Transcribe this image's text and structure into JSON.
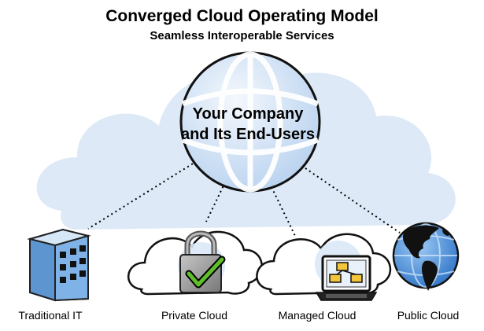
{
  "title": "Converged Cloud Operating Model",
  "subtitle": "Seamless Interoperable Services",
  "center": {
    "line1": "Your Company",
    "line2": "and Its End-Users"
  },
  "nodes": [
    {
      "label": "Traditional IT",
      "icon": "office-building-icon"
    },
    {
      "label": "Private Cloud",
      "icon": "padlock-checkmark-icon"
    },
    {
      "label": "Managed Cloud",
      "icon": "laptop-icon"
    },
    {
      "label": "Public Cloud",
      "icon": "earth-globe-icon"
    }
  ],
  "colors": {
    "cloud_fill": "#dde9f6",
    "globe_fill": "#cfe0f5",
    "building_fill": "#6ea6df",
    "check_green": "#5fbf2a",
    "ocean_blue": "#3f86d6"
  }
}
